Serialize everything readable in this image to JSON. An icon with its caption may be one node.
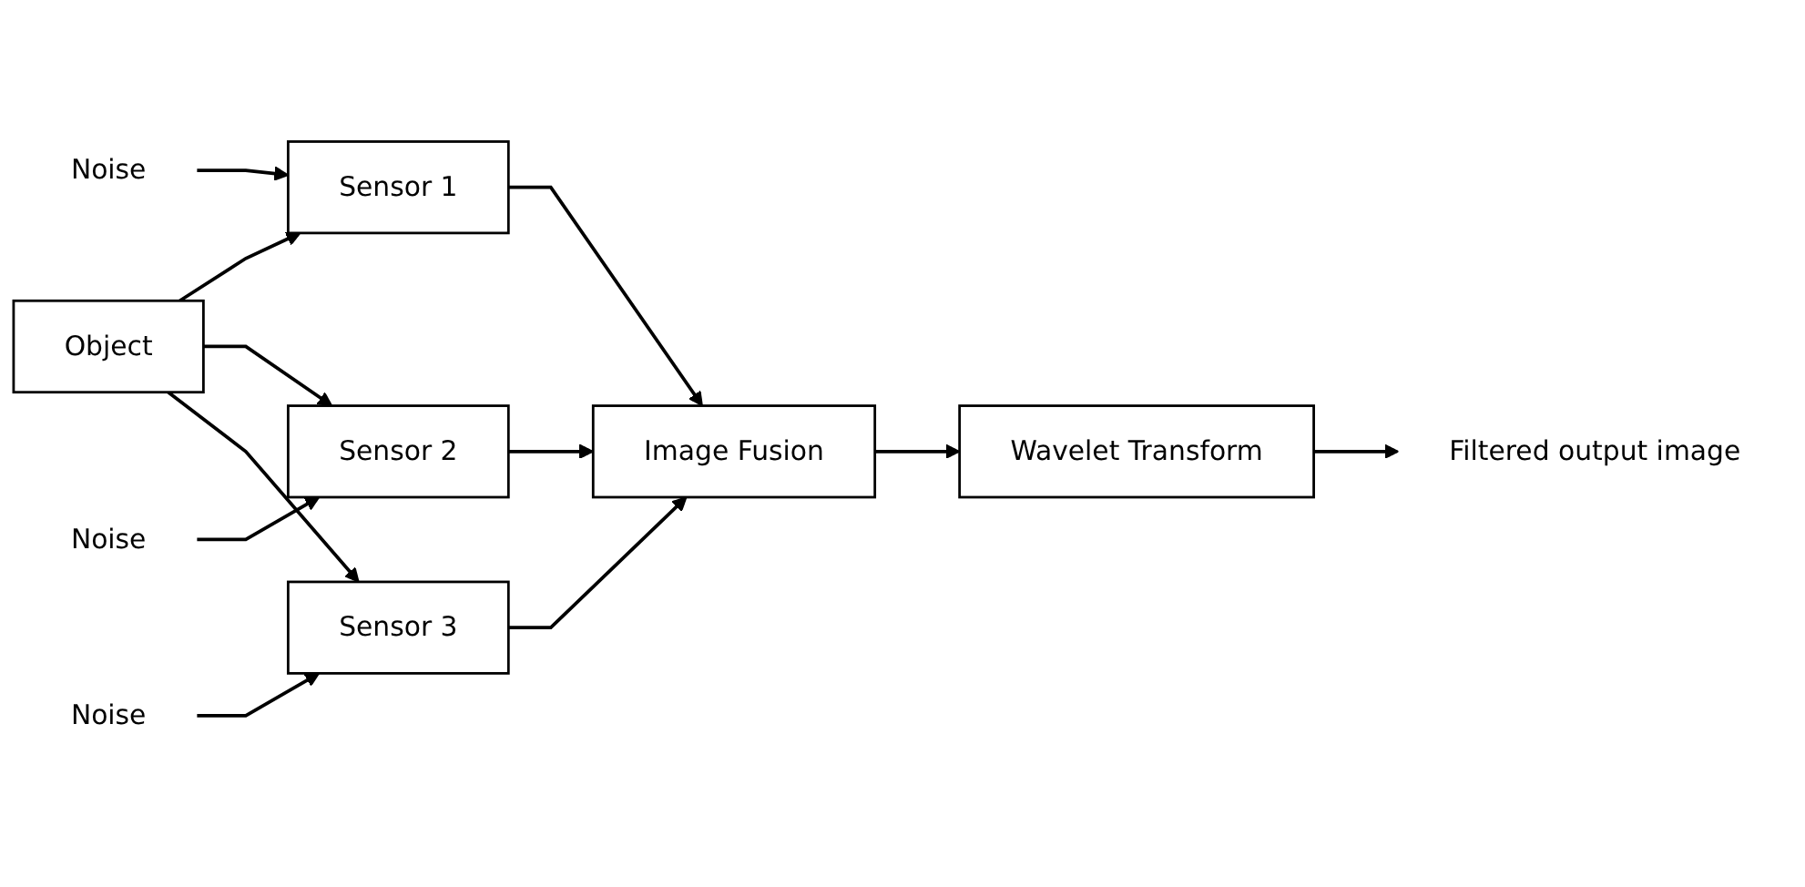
{
  "diagram": {
    "nodes": [
      {
        "text": [
          "Object"
        ]
      },
      {
        "text": [
          "Sensor 1"
        ]
      },
      {
        "text": [
          "Sensor 2"
        ]
      },
      {
        "text": [
          "Sensor 3"
        ]
      },
      {
        "text": [
          "Image Fusion"
        ]
      },
      {
        "text": [
          "Wavelet Transform"
        ]
      },
      {
        "text": [
          "Filtered output image"
        ]
      },
      {
        "text": [
          "Noise"
        ]
      },
      {
        "text": [
          "Noise"
        ]
      },
      {
        "text": [
          "Noise"
        ]
      }
    ],
    "edges": [
      {
        "from": 0,
        "to": 1,
        "arrow": "to"
      },
      {
        "from": 0,
        "to": 2,
        "arrow": "to"
      },
      {
        "from": 0,
        "to": 3,
        "arrow": "to"
      },
      {
        "from": 7,
        "to": 1,
        "arrow": "to"
      },
      {
        "from": 8,
        "to": 2,
        "arrow": "to"
      },
      {
        "from": 9,
        "to": 3,
        "arrow": "to"
      },
      {
        "from": 1,
        "to": 4,
        "arrow": "to"
      },
      {
        "from": 2,
        "to": 4,
        "arrow": "to"
      },
      {
        "from": 3,
        "to": 4,
        "arrow": "to"
      },
      {
        "from": 4,
        "to": 5,
        "arrow": "to"
      },
      {
        "from": 5,
        "to": 6,
        "arrow": "to"
      }
    ]
  }
}
